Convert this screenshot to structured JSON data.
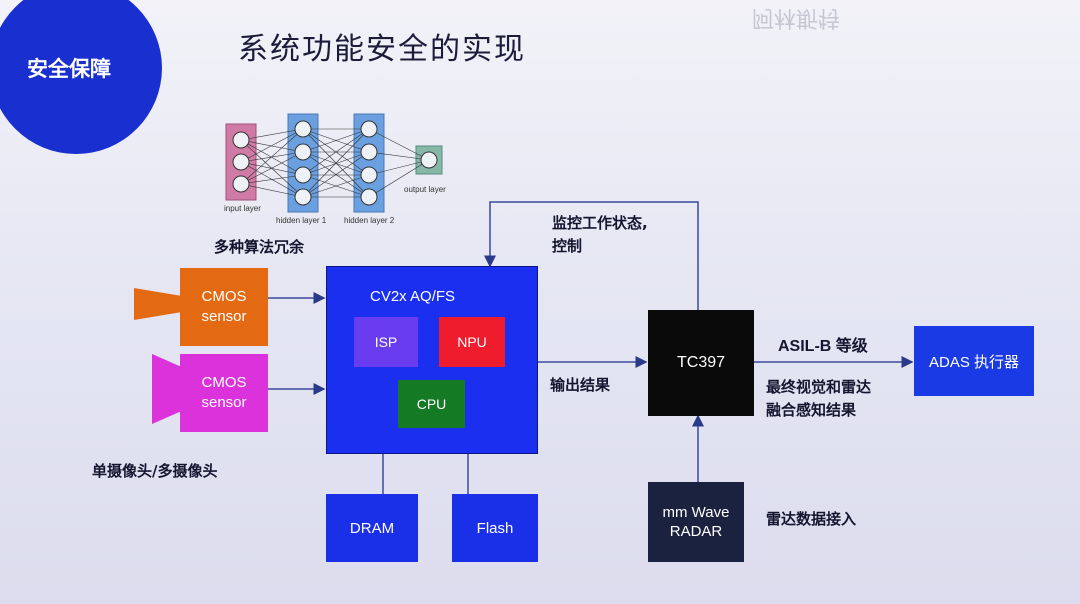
{
  "badge": {
    "label": "安全保障"
  },
  "title": "系统功能安全的实现",
  "watermark": "阿林斯特",
  "neural_net": {
    "input_label": "input layer",
    "hidden1_label": "hidden layer 1",
    "hidden2_label": "hidden layer 2",
    "output_label": "output layer"
  },
  "labels": {
    "algorithm_redundancy": "多种算法冗余",
    "camera_modes": "单摄像头/多摄像头",
    "monitor_control_line1": "监控工作状态,",
    "monitor_control_line2": "控制",
    "output_result": "输出结果",
    "asil_level": "ASIL-B 等级",
    "fusion_line1": "最终视觉和雷达",
    "fusion_line2": "融合感知结果",
    "radar_input": "雷达数据接入"
  },
  "blocks": {
    "cmos1_line1": "CMOS",
    "cmos1_line2": "sensor",
    "cmos2_line1": "CMOS",
    "cmos2_line2": "sensor",
    "soc_title": "CV2x AQ/FS",
    "isp": "ISP",
    "npu": "NPU",
    "cpu": "CPU",
    "dram": "DRAM",
    "flash": "Flash",
    "tc397": "TC397",
    "radar_line1": "mm Wave",
    "radar_line2": "RADAR",
    "adas": "ADAS 执行器"
  },
  "colors": {
    "badge": "#1a2fd0",
    "soc": "#1a2ff0",
    "cmos1": "#e36a12",
    "cmos2": "#dc32dc",
    "isp": "#6a3cf0",
    "npu": "#ee1c2c",
    "cpu": "#157a24",
    "memory": "#1a2fe8",
    "tc397": "#0a0a0a",
    "radar": "#1b2240",
    "adas": "#1a3ae6"
  }
}
